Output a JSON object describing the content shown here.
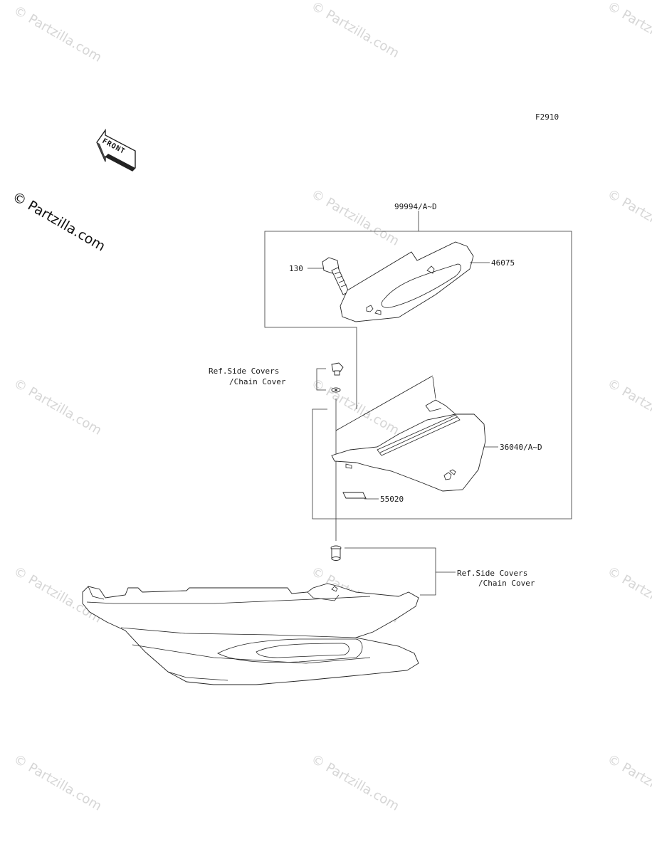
{
  "figure_code": "F2910",
  "direction_label": "FRONT",
  "watermark_text": "© Partzilla.com",
  "callouts": {
    "kit": "99994/A~D",
    "bolt": "130",
    "bracket": "46075",
    "cover": "36040/A~D",
    "label": "55020",
    "ref_top_line1": "Ref.Side Covers",
    "ref_top_line2": "/Chain Cover",
    "ref_bottom_line1": "Ref.Side Covers",
    "ref_bottom_line2": "/Chain Cover"
  }
}
